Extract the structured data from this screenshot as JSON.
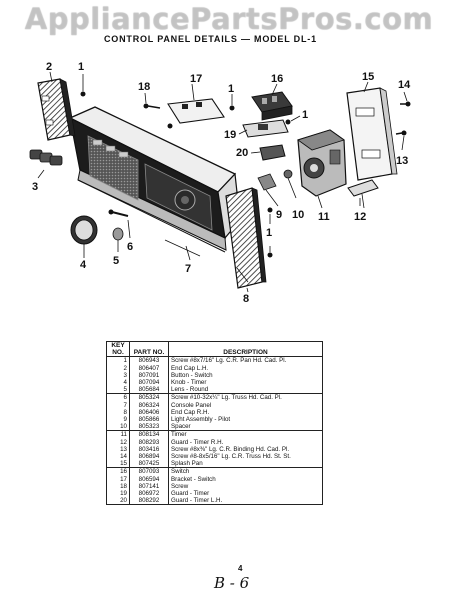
{
  "watermark": "AppliancePartsPros.com",
  "title": "CONTROL PANEL DETAILS — MODEL DL-1",
  "callouts": [
    "1",
    "2",
    "3",
    "4",
    "5",
    "6",
    "7",
    "8",
    "9",
    "10",
    "11",
    "12",
    "13",
    "14",
    "15",
    "16",
    "17",
    "18",
    "19",
    "20",
    "1",
    "1",
    "1"
  ],
  "table": {
    "headers": {
      "key": "KEY NO.",
      "part": "PART NO.",
      "description": "DESCRIPTION"
    },
    "rows": [
      {
        "key": "1",
        "part": "806943",
        "desc": "Screw #8x7/16\" Lg. C.R. Pan Hd. Cad. Pl."
      },
      {
        "key": "2",
        "part": "806407",
        "desc": "End Cap L.H."
      },
      {
        "key": "3",
        "part": "807091",
        "desc": "Button - Switch"
      },
      {
        "key": "4",
        "part": "807094",
        "desc": "Knob - Timer"
      },
      {
        "key": "5",
        "part": "805684",
        "desc": "Lens - Round"
      },
      {
        "key": "6",
        "part": "805324",
        "desc": "Screw #10-32x¼\" Lg. Truss Hd. Cad. Pl."
      },
      {
        "key": "7",
        "part": "806324",
        "desc": "Console Panel"
      },
      {
        "key": "8",
        "part": "806406",
        "desc": "End Cap R.H."
      },
      {
        "key": "9",
        "part": "805866",
        "desc": "Light Assembly - Pilot"
      },
      {
        "key": "10",
        "part": "805323",
        "desc": "Spacer"
      },
      {
        "key": "11",
        "part": "808134",
        "desc": "Timer"
      },
      {
        "key": "12",
        "part": "808293",
        "desc": "Guard - Timer R.H."
      },
      {
        "key": "13",
        "part": "803416",
        "desc": "Screw #8x⅜\" Lg. C.R. Binding Hd. Cad. Pl."
      },
      {
        "key": "14",
        "part": "806894",
        "desc": "Screw #8-8x5/16\" Lg. C.R. Truss Hd. St. St."
      },
      {
        "key": "15",
        "part": "807425",
        "desc": "Splash Pan"
      },
      {
        "key": "16",
        "part": "807093",
        "desc": "Switch"
      },
      {
        "key": "17",
        "part": "806594",
        "desc": "Bracket - Switch"
      },
      {
        "key": "18",
        "part": "807141",
        "desc": "Screw"
      },
      {
        "key": "19",
        "part": "806972",
        "desc": "Guard - Timer"
      },
      {
        "key": "20",
        "part": "808292",
        "desc": "Guard - Timer L.H."
      }
    ]
  },
  "page_number": "4",
  "page_code": "B - 6"
}
